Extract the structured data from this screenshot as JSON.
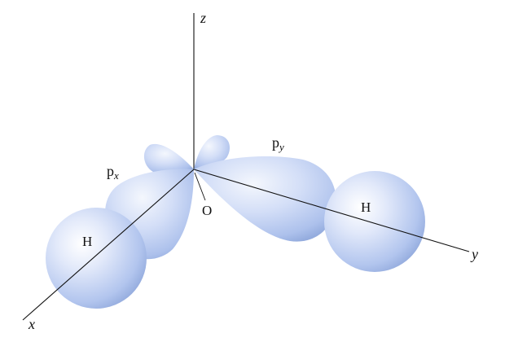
{
  "axes": {
    "x_label": "x",
    "y_label": "y",
    "z_label": "z"
  },
  "orbitals": {
    "px": {
      "base": "p",
      "subscript": "x"
    },
    "py": {
      "base": "p",
      "subscript": "y"
    }
  },
  "atoms": {
    "oxygen": "O",
    "hydrogen_left": "H",
    "hydrogen_right": "H"
  },
  "colors": {
    "lobe_light": "#eaf0fc",
    "lobe_mid": "#b9cbf2",
    "lobe_dark": "#8fa8dc",
    "axis": "#111111"
  }
}
